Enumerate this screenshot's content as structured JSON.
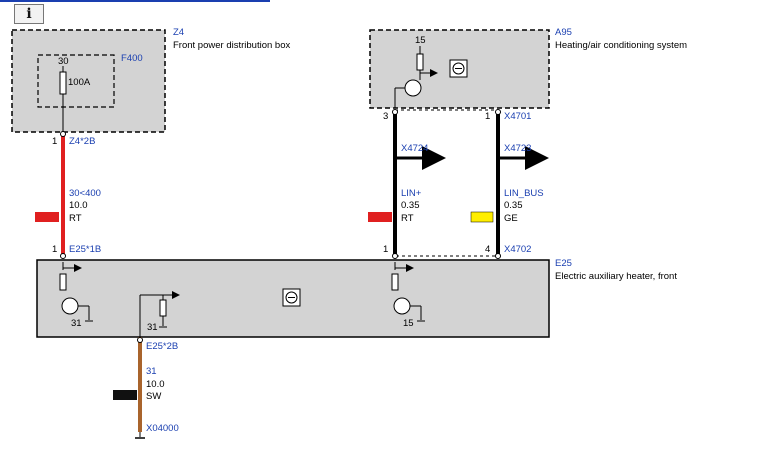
{
  "toolbar": {
    "info_glyph": "i"
  },
  "components": {
    "z4": {
      "id": "Z4",
      "name": "Front power distribution box"
    },
    "f400": {
      "id": "F400",
      "pin": "30",
      "rating": "100A"
    },
    "a95": {
      "id": "A95",
      "name": "Heating/air conditioning system",
      "pin": "15"
    },
    "e25": {
      "id": "E25",
      "name": "Electric auxiliary heater, front"
    }
  },
  "pins": {
    "z4_pin": "1",
    "z4_conn": "Z4*2B",
    "a95_pin_left": "3",
    "a95_pin_right": "1",
    "a95_conn": "X4701",
    "e25_pin1": "1",
    "e25_conn1": "E25*1B",
    "e25_pin_lin": "1",
    "e25_pin4": "4",
    "e25_conn_right": "X4702",
    "e25_conn2": "E25*2B",
    "e25_gnd1": "31",
    "e25_gnd2": "31",
    "e25_pin15": "15"
  },
  "wires": [
    {
      "name": "30<400",
      "gauge": "10.0",
      "color_code": "RT",
      "hex": "#e02020"
    },
    {
      "name": "LIN+",
      "gauge": "0.35",
      "color_code": "RT",
      "hex": "#e02020",
      "connector": "X4724"
    },
    {
      "name": "LIN_BUS",
      "gauge": "0.35",
      "color_code": "GE",
      "hex": "#ffee00",
      "connector": "X4723"
    },
    {
      "name": "31",
      "gauge": "10.0",
      "color_code": "SW",
      "hex": "#111111"
    }
  ],
  "ground": {
    "id": "X04000"
  }
}
